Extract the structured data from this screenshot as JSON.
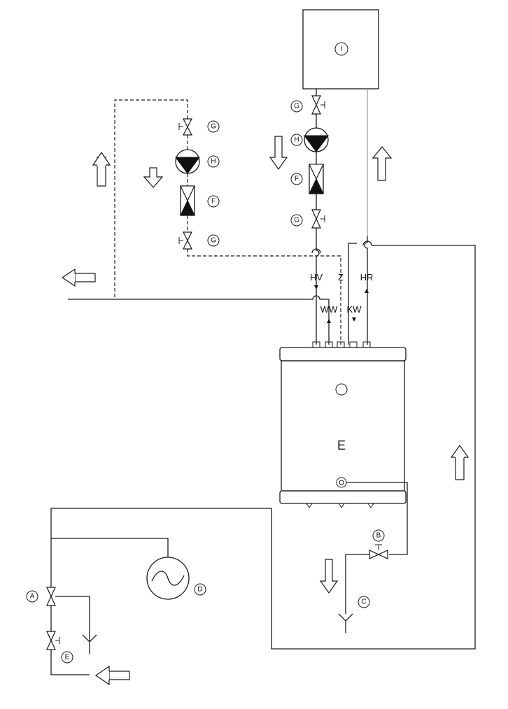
{
  "components": {
    "boiler": "I",
    "tank": "E",
    "valve_b": "B",
    "drain": "C",
    "expansion_vessel": "D",
    "valve_a": "A",
    "valve_e": "E"
  },
  "pump_group_main": {
    "valve_top": "G",
    "pump": "H",
    "filter": "F",
    "valve_bottom": "G"
  },
  "pump_group_dashed": {
    "valve_top": "G",
    "pump": "H",
    "filter": "F",
    "valve_bottom": "G"
  },
  "ports": {
    "hv": "HV",
    "z": "Z",
    "hr": "HR",
    "ww": "WW",
    "kw": "KW"
  },
  "colors": {
    "line": "#1a1a1a",
    "return_line": "#9a9a9a",
    "background": "#ffffff"
  }
}
